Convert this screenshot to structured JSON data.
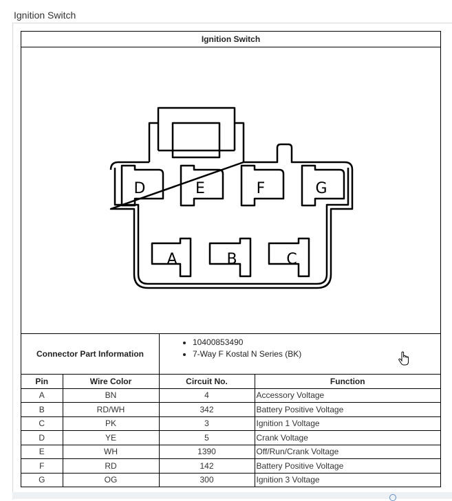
{
  "page": {
    "title": "Ignition Switch"
  },
  "document": {
    "title": "Ignition Switch",
    "diagram": {
      "pins_top": [
        "D",
        "E",
        "F",
        "G"
      ],
      "pins_bottom": [
        "A",
        "B",
        "C"
      ]
    },
    "connector_info": {
      "label": "Connector Part Information",
      "items": [
        "10400853490",
        "7-Way F Kostal N Series (BK)"
      ]
    },
    "table": {
      "headers": [
        "Pin",
        "Wire Color",
        "Circuit No.",
        "Function"
      ],
      "rows": [
        [
          "A",
          "BN",
          "4",
          "Accessory Voltage"
        ],
        [
          "B",
          "RD/WH",
          "342",
          "Battery Positive Voltage"
        ],
        [
          "C",
          "PK",
          "3",
          "Ignition 1 Voltage"
        ],
        [
          "D",
          "YE",
          "5",
          "Crank Voltage"
        ],
        [
          "E",
          "WH",
          "1390",
          "Off/Run/Crank Voltage"
        ],
        [
          "F",
          "RD",
          "142",
          "Battery Positive Voltage"
        ],
        [
          "G",
          "OG",
          "300",
          "Ignition 3 Voltage"
        ]
      ]
    }
  },
  "icons": {
    "cursor": "hand-pointer-icon",
    "bottom": "circle-icon"
  }
}
